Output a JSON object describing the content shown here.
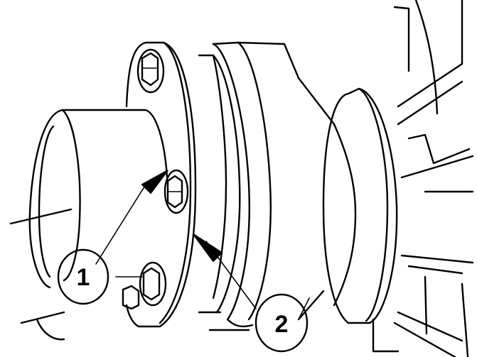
{
  "figure": {
    "type": "mechanical-illustration",
    "subject": "driveshaft flange coupling with pulley and fan",
    "background": "#ffffff",
    "line_color": "#000000"
  },
  "callouts": [
    {
      "id": "1",
      "label": "1",
      "points_to": "flange bolts"
    },
    {
      "id": "2",
      "label": "2",
      "points_to": "coupling / pulley assembly"
    }
  ]
}
